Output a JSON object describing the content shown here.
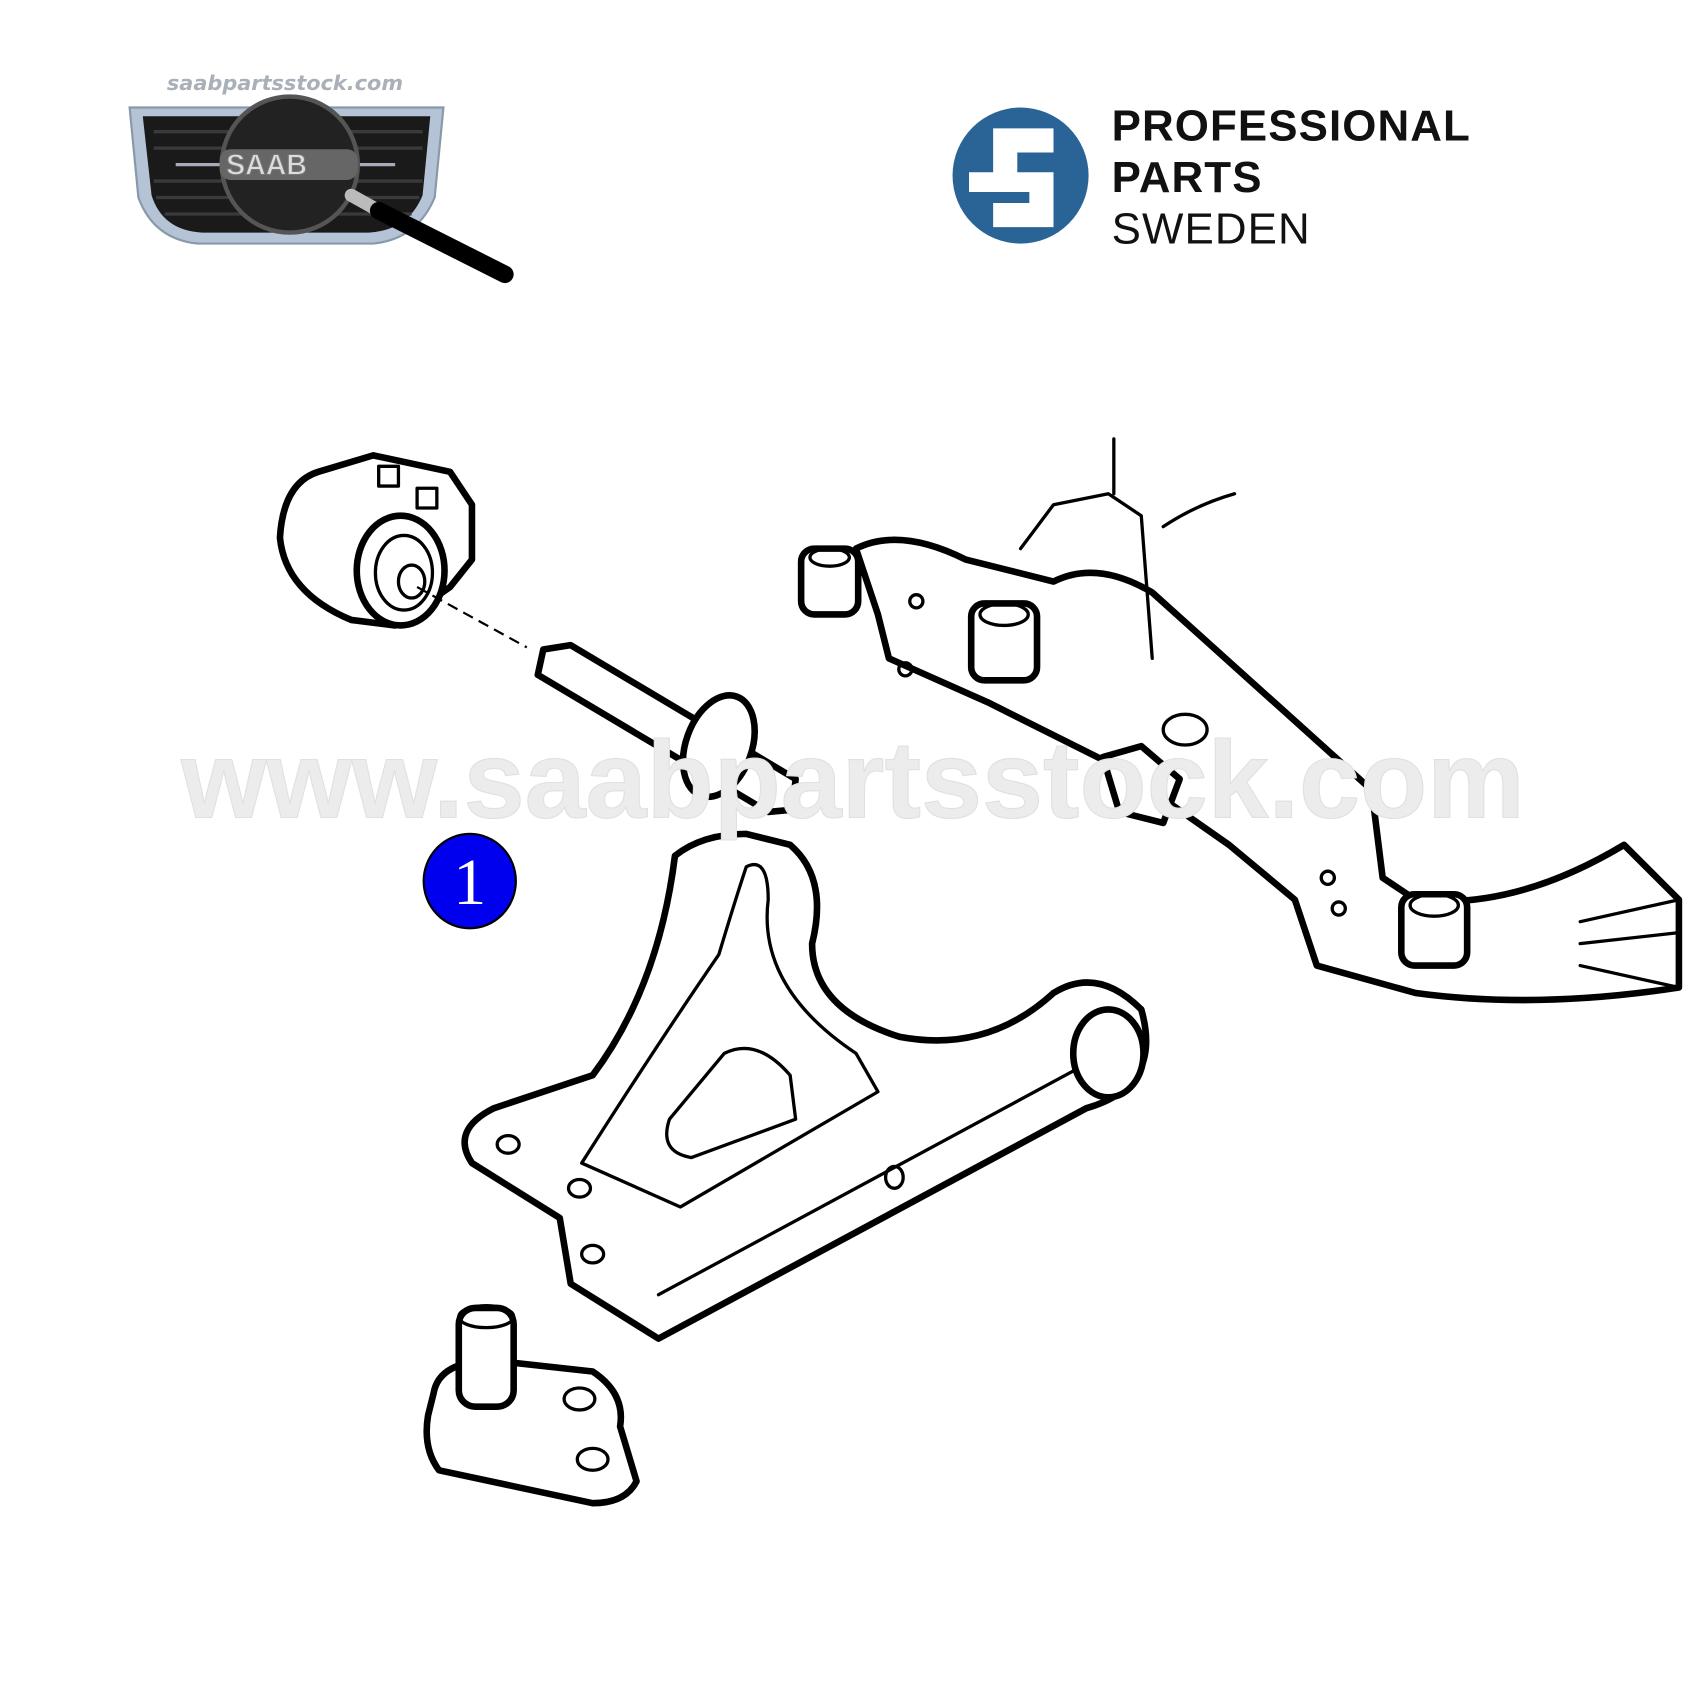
{
  "logos": {
    "saab_site": "saabpartsstock.com",
    "saab_badge": "SAAB",
    "pps_line1": "PROFESSIONAL",
    "pps_line2": "PARTS",
    "pps_line3": "SWEDEN",
    "pps_color": "#2a6496"
  },
  "watermark": "www.saabpartsstock.com",
  "callouts": [
    {
      "number": "1",
      "color": "#0000ee"
    }
  ],
  "parts": [
    "bushing",
    "control-arm",
    "ball-joint",
    "subframe"
  ]
}
